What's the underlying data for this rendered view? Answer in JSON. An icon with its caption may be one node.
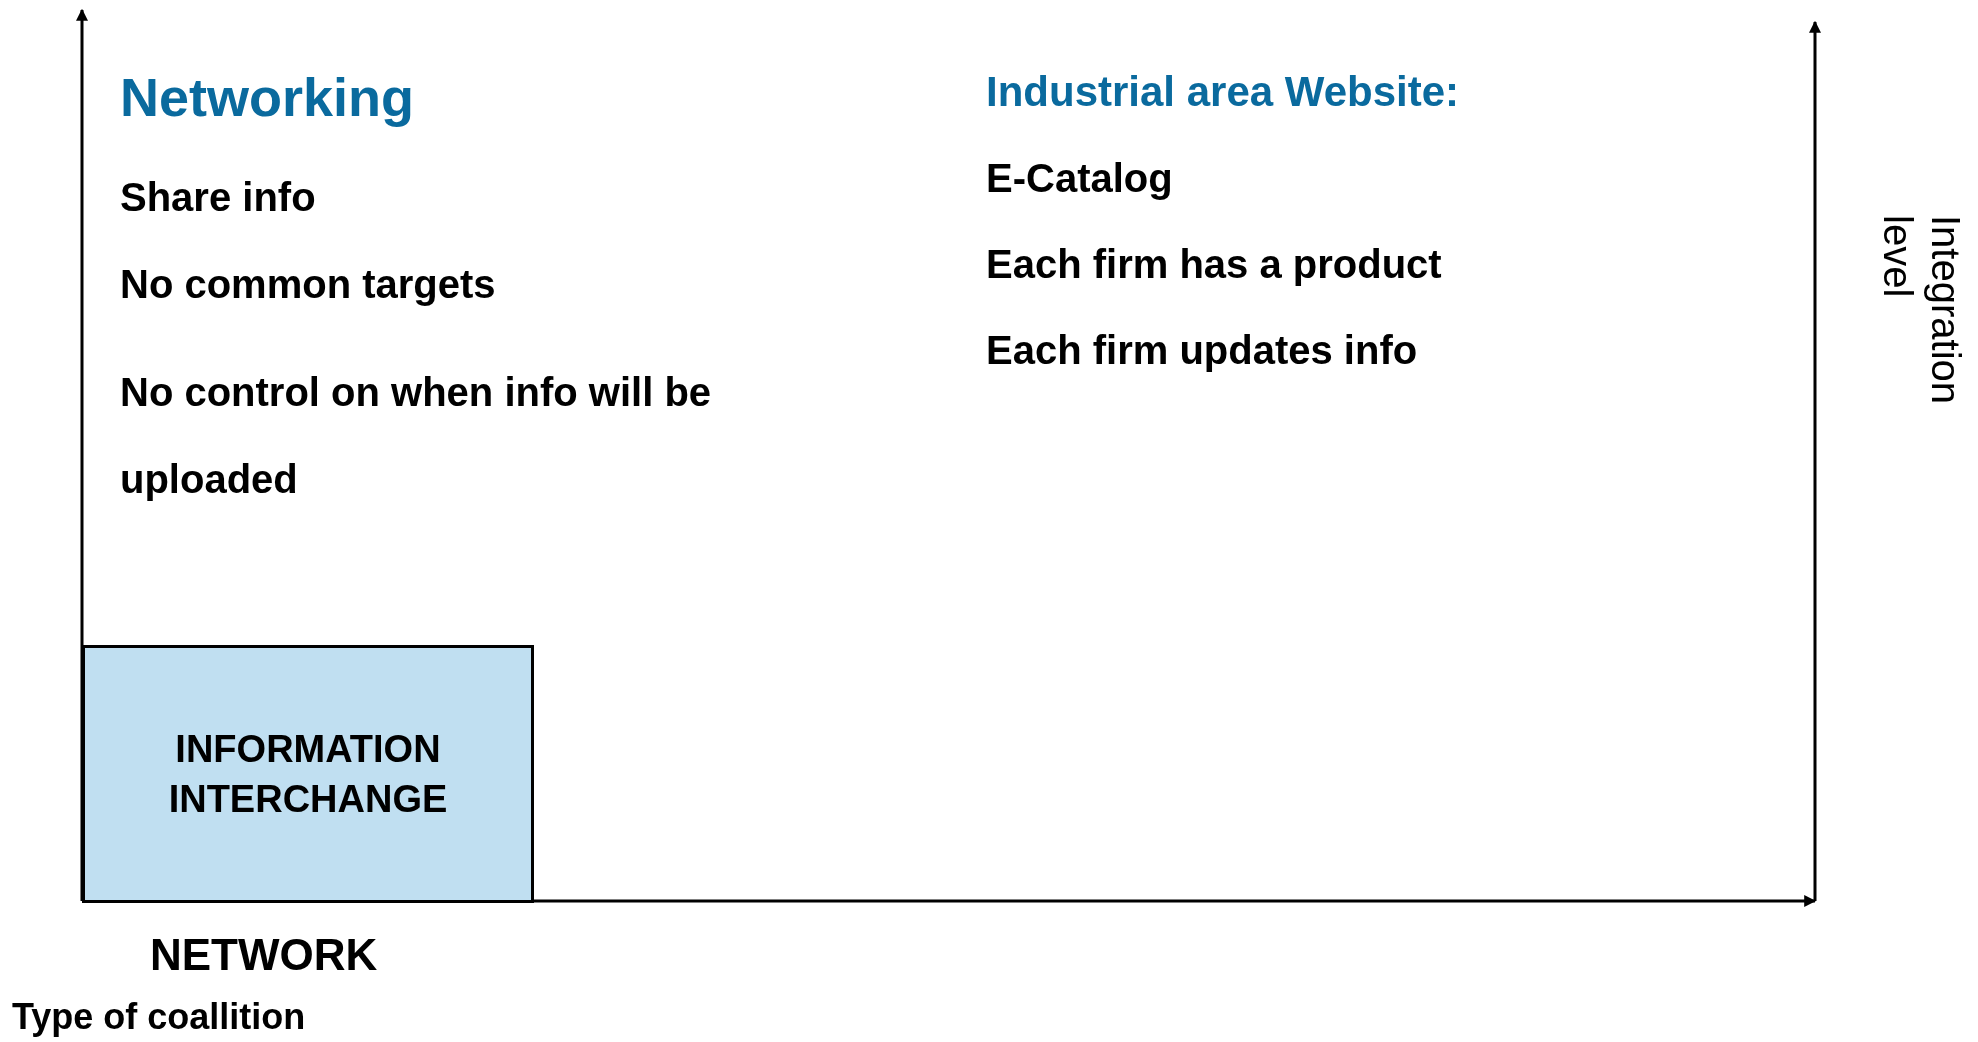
{
  "diagram": {
    "nodes": [
      {
        "text": [
          "INFORMATION INTERCHANGE"
        ]
      }
    ],
    "labels": [
      "Networking",
      "Share info",
      "No common targets",
      "No control on when info will be uploaded",
      "Industrial area Website:",
      "E-Catalog",
      "Each firm has a product",
      "Each firm updates info",
      "Integration level",
      "NETWORK",
      "Type of coallition"
    ]
  }
}
